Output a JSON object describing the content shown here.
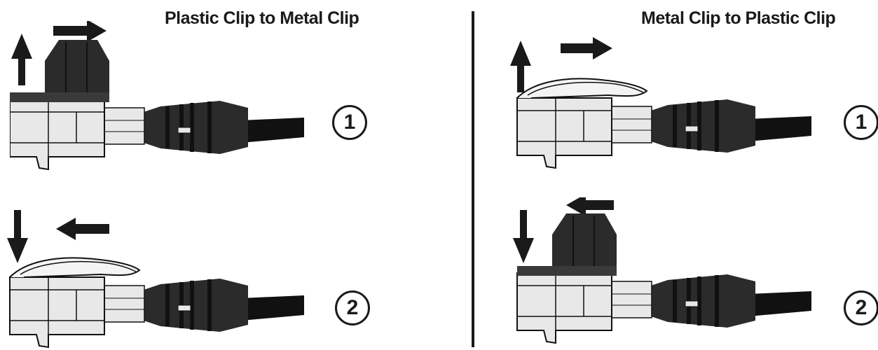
{
  "panels": [
    {
      "title": "Plastic Clip to Metal Clip",
      "steps": [
        {
          "number": "1",
          "clip": "plastic-clip",
          "arrow_vertical": "up",
          "arrow_horizontal": "right"
        },
        {
          "number": "2",
          "clip": "metal-clip",
          "arrow_vertical": "down",
          "arrow_horizontal": "left"
        }
      ]
    },
    {
      "title": "Metal Clip to Plastic Clip",
      "steps": [
        {
          "number": "1",
          "clip": "metal-clip",
          "arrow_vertical": "up",
          "arrow_horizontal": "right"
        },
        {
          "number": "2",
          "clip": "plastic-clip",
          "arrow_vertical": "down",
          "arrow_horizontal": "left"
        }
      ]
    }
  ],
  "colors": {
    "ink": "#1a1a1a",
    "plastic_housing": "#e8e8e8",
    "boot": "#2b2b2b"
  }
}
